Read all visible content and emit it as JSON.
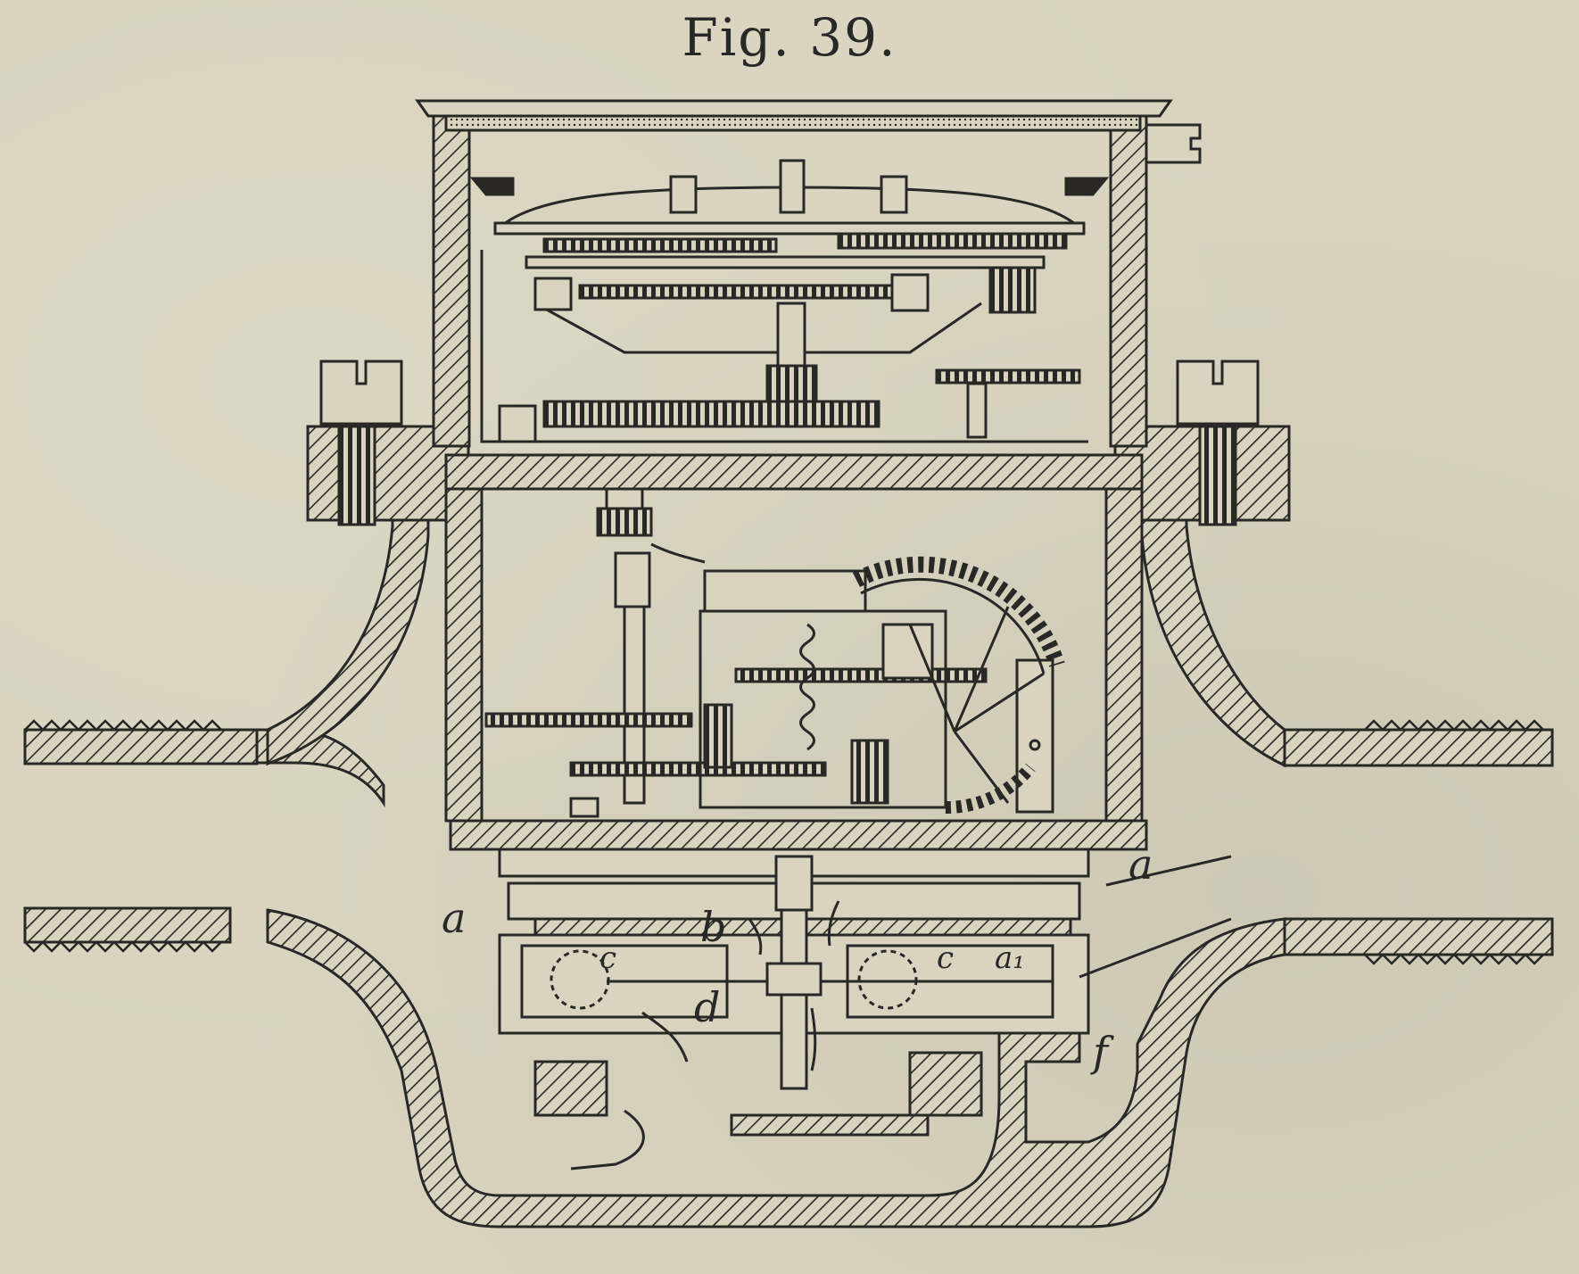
{
  "figure": {
    "title": "Fig. 39.",
    "labels": {
      "a_left": "a",
      "a_right": "a",
      "b": "b",
      "c_left": "c",
      "c_right": "c",
      "d": "d",
      "a1": "a₁",
      "f": "f"
    }
  },
  "colors": {
    "paper": "#d9d3bf",
    "ink": "#2a2824"
  },
  "parts": [
    "outer-casing",
    "dial-cover",
    "upper-gear-train",
    "middle-plate",
    "lower-gear-train",
    "large-sector-gear",
    "lower-plate",
    "turbine-chamber",
    "threaded-inlet-pipe",
    "threaded-outlet-pipe",
    "bottom-bowl"
  ]
}
